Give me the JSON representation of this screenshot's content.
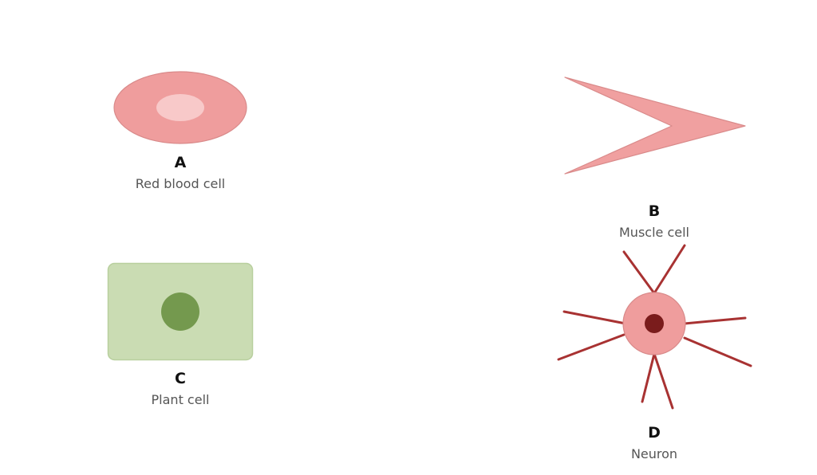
{
  "cells": {
    "a": {
      "letter": "A",
      "name": "Red blood cell"
    },
    "b": {
      "letter": "B",
      "name": "Muscle cell"
    },
    "c": {
      "letter": "C",
      "name": "Plant cell"
    },
    "d": {
      "letter": "D",
      "name": "Neuron"
    }
  },
  "colors": {
    "red_cell_fill": "#ef9d9d",
    "red_cell_center": "#f8c9c9",
    "red_cell_stroke": "#d98a8a",
    "muscle_fill": "#f0a0a0",
    "plant_fill": "#cadcb3",
    "plant_stroke": "#b8cf9e",
    "plant_nucleus": "#74994e",
    "neuron_body": "#ef9d9d",
    "neuron_nucleus": "#7a1c1c",
    "neuron_dendrite": "#a83232"
  }
}
